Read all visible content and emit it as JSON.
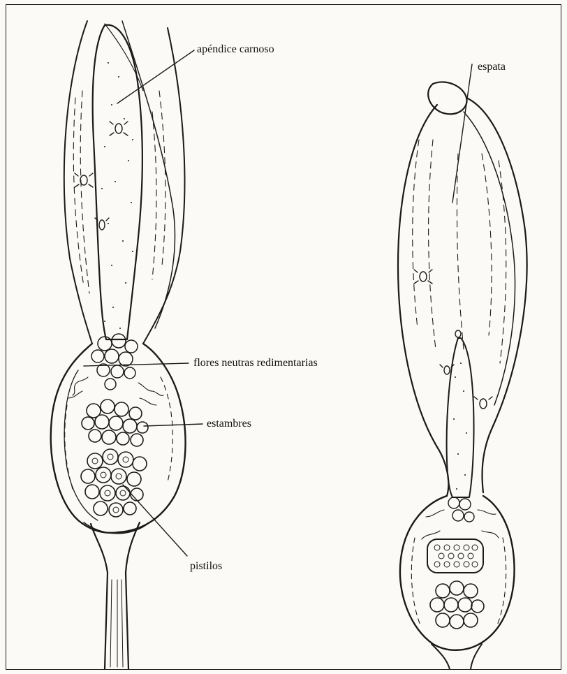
{
  "labels": {
    "apendice": "apéndice carnoso",
    "espata": "espata",
    "flores": "flores neutras redimentarias",
    "estambres": "estambres",
    "pistilos": "pistilos"
  },
  "colors": {
    "ink": "#1a1a1a",
    "paper": "#fcfaf6"
  }
}
